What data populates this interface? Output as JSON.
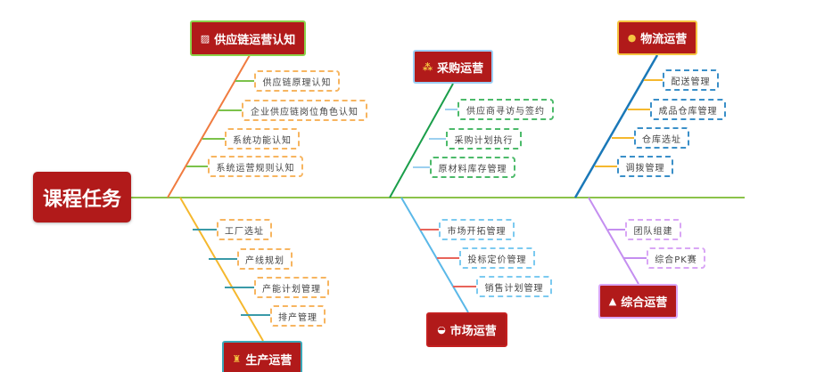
{
  "root": "课程任务",
  "branches": [
    {
      "title": "供应链运营认知",
      "icon": "chart-icon",
      "children": [
        "供应链原理认知",
        "企业供应链岗位角色认知",
        "系统功能认知",
        "系统运营规则认知"
      ]
    },
    {
      "title": "采购运营",
      "icon": "network-icon",
      "children": [
        "供应商寻访与签约",
        "采购计划执行",
        "原材料库存管理"
      ]
    },
    {
      "title": "物流运营",
      "icon": "truck-icon",
      "children": [
        "配送管理",
        "成品仓库管理",
        "仓库选址",
        "调拨管理"
      ]
    },
    {
      "title": "生产运营",
      "icon": "factory-icon",
      "children": [
        "工厂选址",
        "产线规划",
        "产能计划管理",
        "排产管理"
      ]
    },
    {
      "title": "市场运营",
      "icon": "market-icon",
      "children": [
        "市场开拓管理",
        "投标定价管理",
        "销售计划管理"
      ]
    },
    {
      "title": "综合运营",
      "icon": "tent-icon",
      "children": [
        "团队组建",
        "综合PK赛"
      ]
    }
  ],
  "colors": {
    "node": "#b11a1a",
    "spine": "#8bc34a"
  }
}
